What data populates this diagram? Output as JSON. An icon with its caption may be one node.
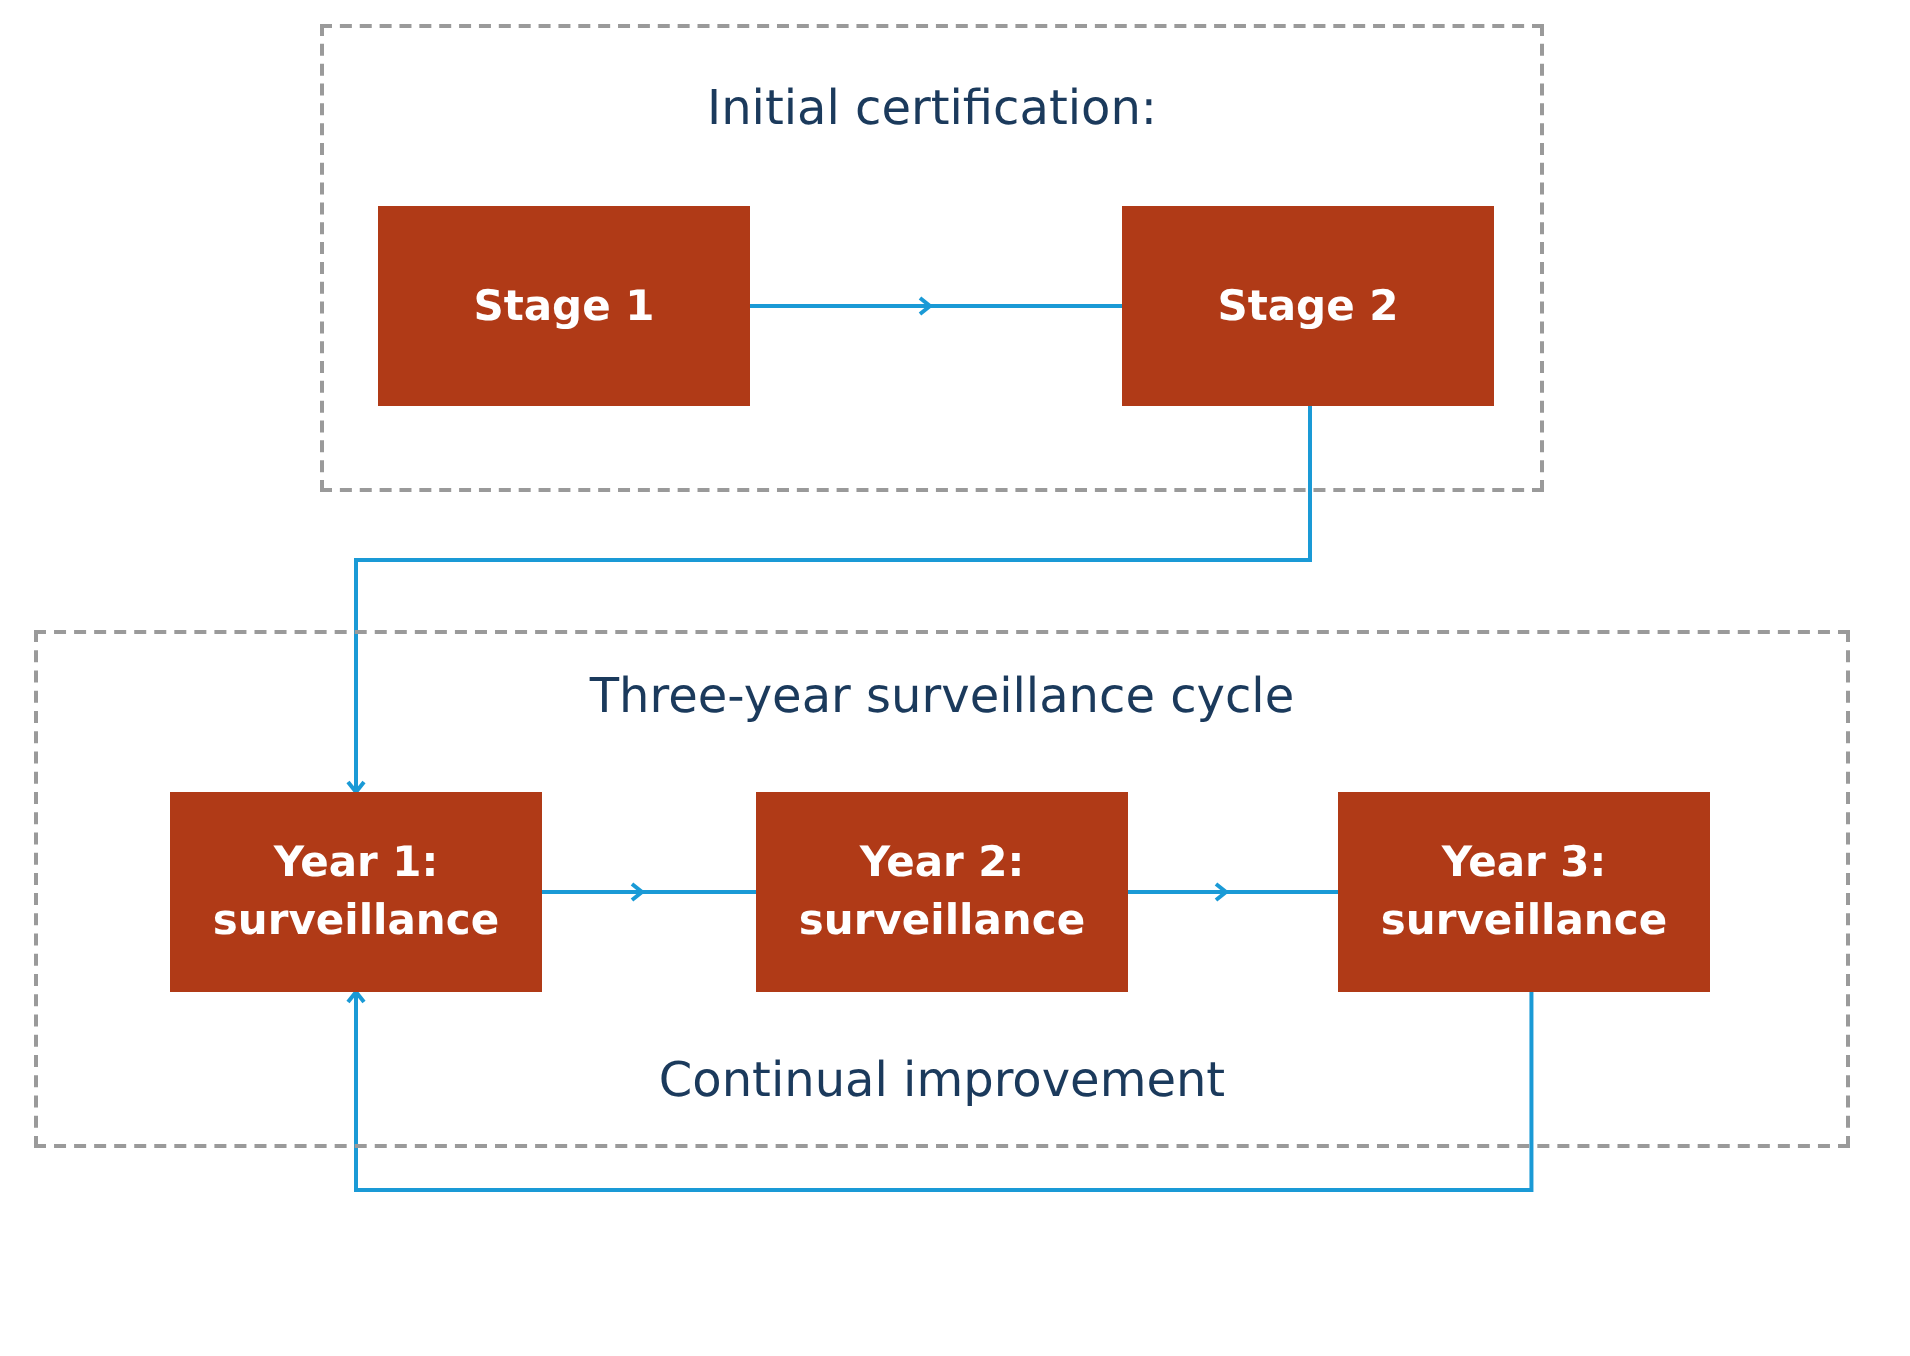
{
  "diagram": {
    "nodes": [
      {
        "text": [
          "Initial certification:"
        ]
      },
      {
        "text": [
          "Stage 1"
        ],
        "in": 0
      },
      {
        "text": [
          "Stage 2"
        ],
        "in": 0
      },
      {
        "text": [
          "Three-year surveillance cycle",
          "Continual improvement"
        ]
      },
      {
        "text": [
          "Year 1: surveillance"
        ],
        "in": 3
      },
      {
        "text": [
          "Year 2: surveillance"
        ],
        "in": 3
      },
      {
        "text": [
          "Year 3: surveillance"
        ],
        "in": 3
      }
    ],
    "edges": [
      {
        "from": 1,
        "to": 2,
        "arrow": "to"
      },
      {
        "from": 2,
        "to": 4,
        "arrow": "to"
      },
      {
        "from": 4,
        "to": 5,
        "arrow": "to"
      },
      {
        "from": 5,
        "to": 6,
        "arrow": "to"
      },
      {
        "from": 6,
        "to": 4,
        "arrow": "to"
      }
    ]
  }
}
